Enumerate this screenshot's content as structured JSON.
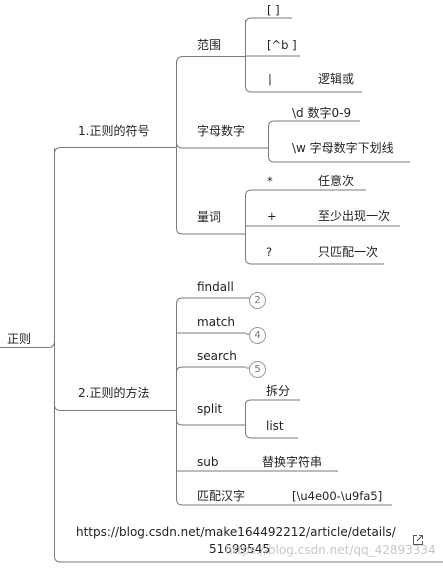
{
  "root": {
    "label": "正则"
  },
  "branches": {
    "symbols": {
      "label": "1.正则的符号",
      "range": {
        "label": "范围",
        "items": [
          "[ ]",
          "[^b ]",
          "|"
        ],
        "or_desc": "逻辑或"
      },
      "alnum": {
        "label": "字母数字",
        "d": "\\d 数字0-9",
        "w": "\\w 字母数字下划线"
      },
      "quant": {
        "label": "量词",
        "items": [
          {
            "sym": "*",
            "desc": "任意次"
          },
          {
            "sym": "+",
            "desc": "至少出现一次"
          },
          {
            "sym": "?",
            "desc": "只匹配一次"
          }
        ]
      }
    },
    "methods": {
      "label": "2.正则的方法",
      "findall": {
        "label": "findall",
        "badge": "2"
      },
      "match": {
        "label": "match",
        "badge": "4"
      },
      "search": {
        "label": "search",
        "badge": "5"
      },
      "split": {
        "label": "split",
        "desc": "拆分",
        "sub_item": "list"
      },
      "sub": {
        "label": "sub",
        "desc": "替换字符串"
      },
      "chinese": {
        "label": "匹配汉字",
        "desc": "[\\u4e00-\\u9fa5]"
      }
    }
  },
  "note": {
    "line1": "https://blog.csdn.net/make164492212/article/details/",
    "line2": "51699545"
  },
  "watermark": "https://blog.csdn.net/qq_42893334",
  "colors": {
    "line": "#7a7a7a",
    "circle": "#9a9a9a"
  },
  "icons": {
    "export": "external-link-icon"
  }
}
